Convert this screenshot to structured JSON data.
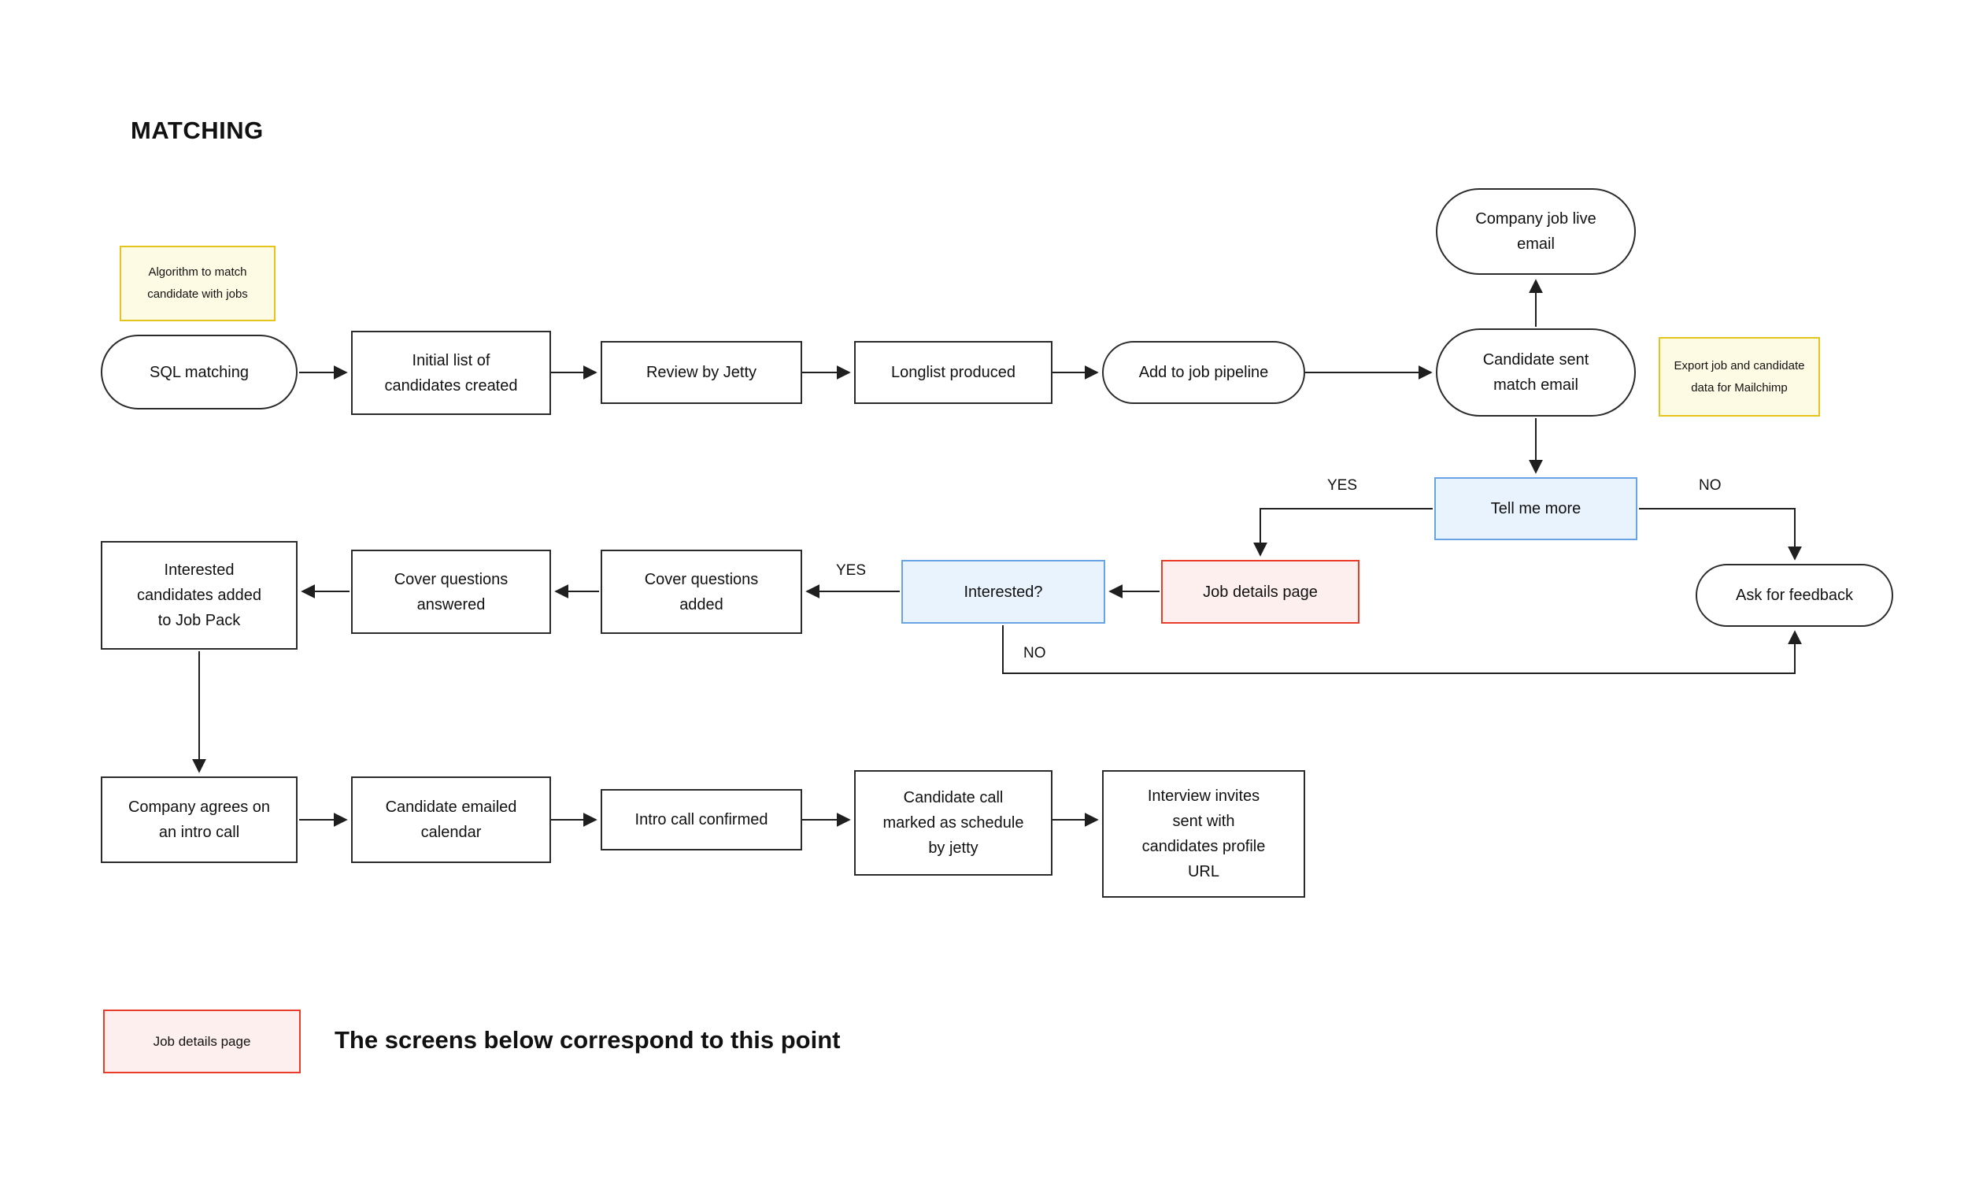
{
  "title": "MATCHING",
  "notes": {
    "algorithm": "Algorithm to match candidate with jobs",
    "export": "Export job and candidate data for Mailchimp"
  },
  "nodes": {
    "sql_matching": "SQL matching",
    "initial_list": "Initial list of candidates created",
    "review_jetty": "Review by Jetty",
    "longlist": "Longlist produced",
    "add_pipeline": "Add to job pipeline",
    "candidate_sent": "Candidate sent match email",
    "company_job_live": "Company job live email",
    "tell_me_more": "Tell me more",
    "interested": "Interested?",
    "job_details": "Job details page",
    "ask_feedback": "Ask for feedback",
    "interested_candidates": "Interested candidates added to Job Pack",
    "cover_answered": "Cover questions answered",
    "cover_added": "Cover questions added",
    "company_agrees": "Company agrees on an intro call",
    "candidate_emailed": "Candidate emailed calendar",
    "intro_call": "Intro call confirmed",
    "candidate_call": "Candidate call marked as schedule by jetty",
    "interview_invites": "Interview invites sent with candidates profile URL"
  },
  "edge_labels": {
    "yes_top": "YES",
    "no_top": "NO",
    "yes_mid": "YES",
    "no_mid": "NO"
  },
  "legend": {
    "box": "Job details page",
    "caption": "The screens below correspond to this point"
  },
  "colors": {
    "note_fill": "#fefbe4",
    "note_border": "#e5c51c",
    "blue_fill": "#e9f3fd",
    "blue_border": "#68a3e4",
    "red_fill": "#fdefed",
    "red_border": "#e93c2a",
    "line": "#1f1f1f",
    "text": "#111111",
    "background": "#ffffff"
  }
}
